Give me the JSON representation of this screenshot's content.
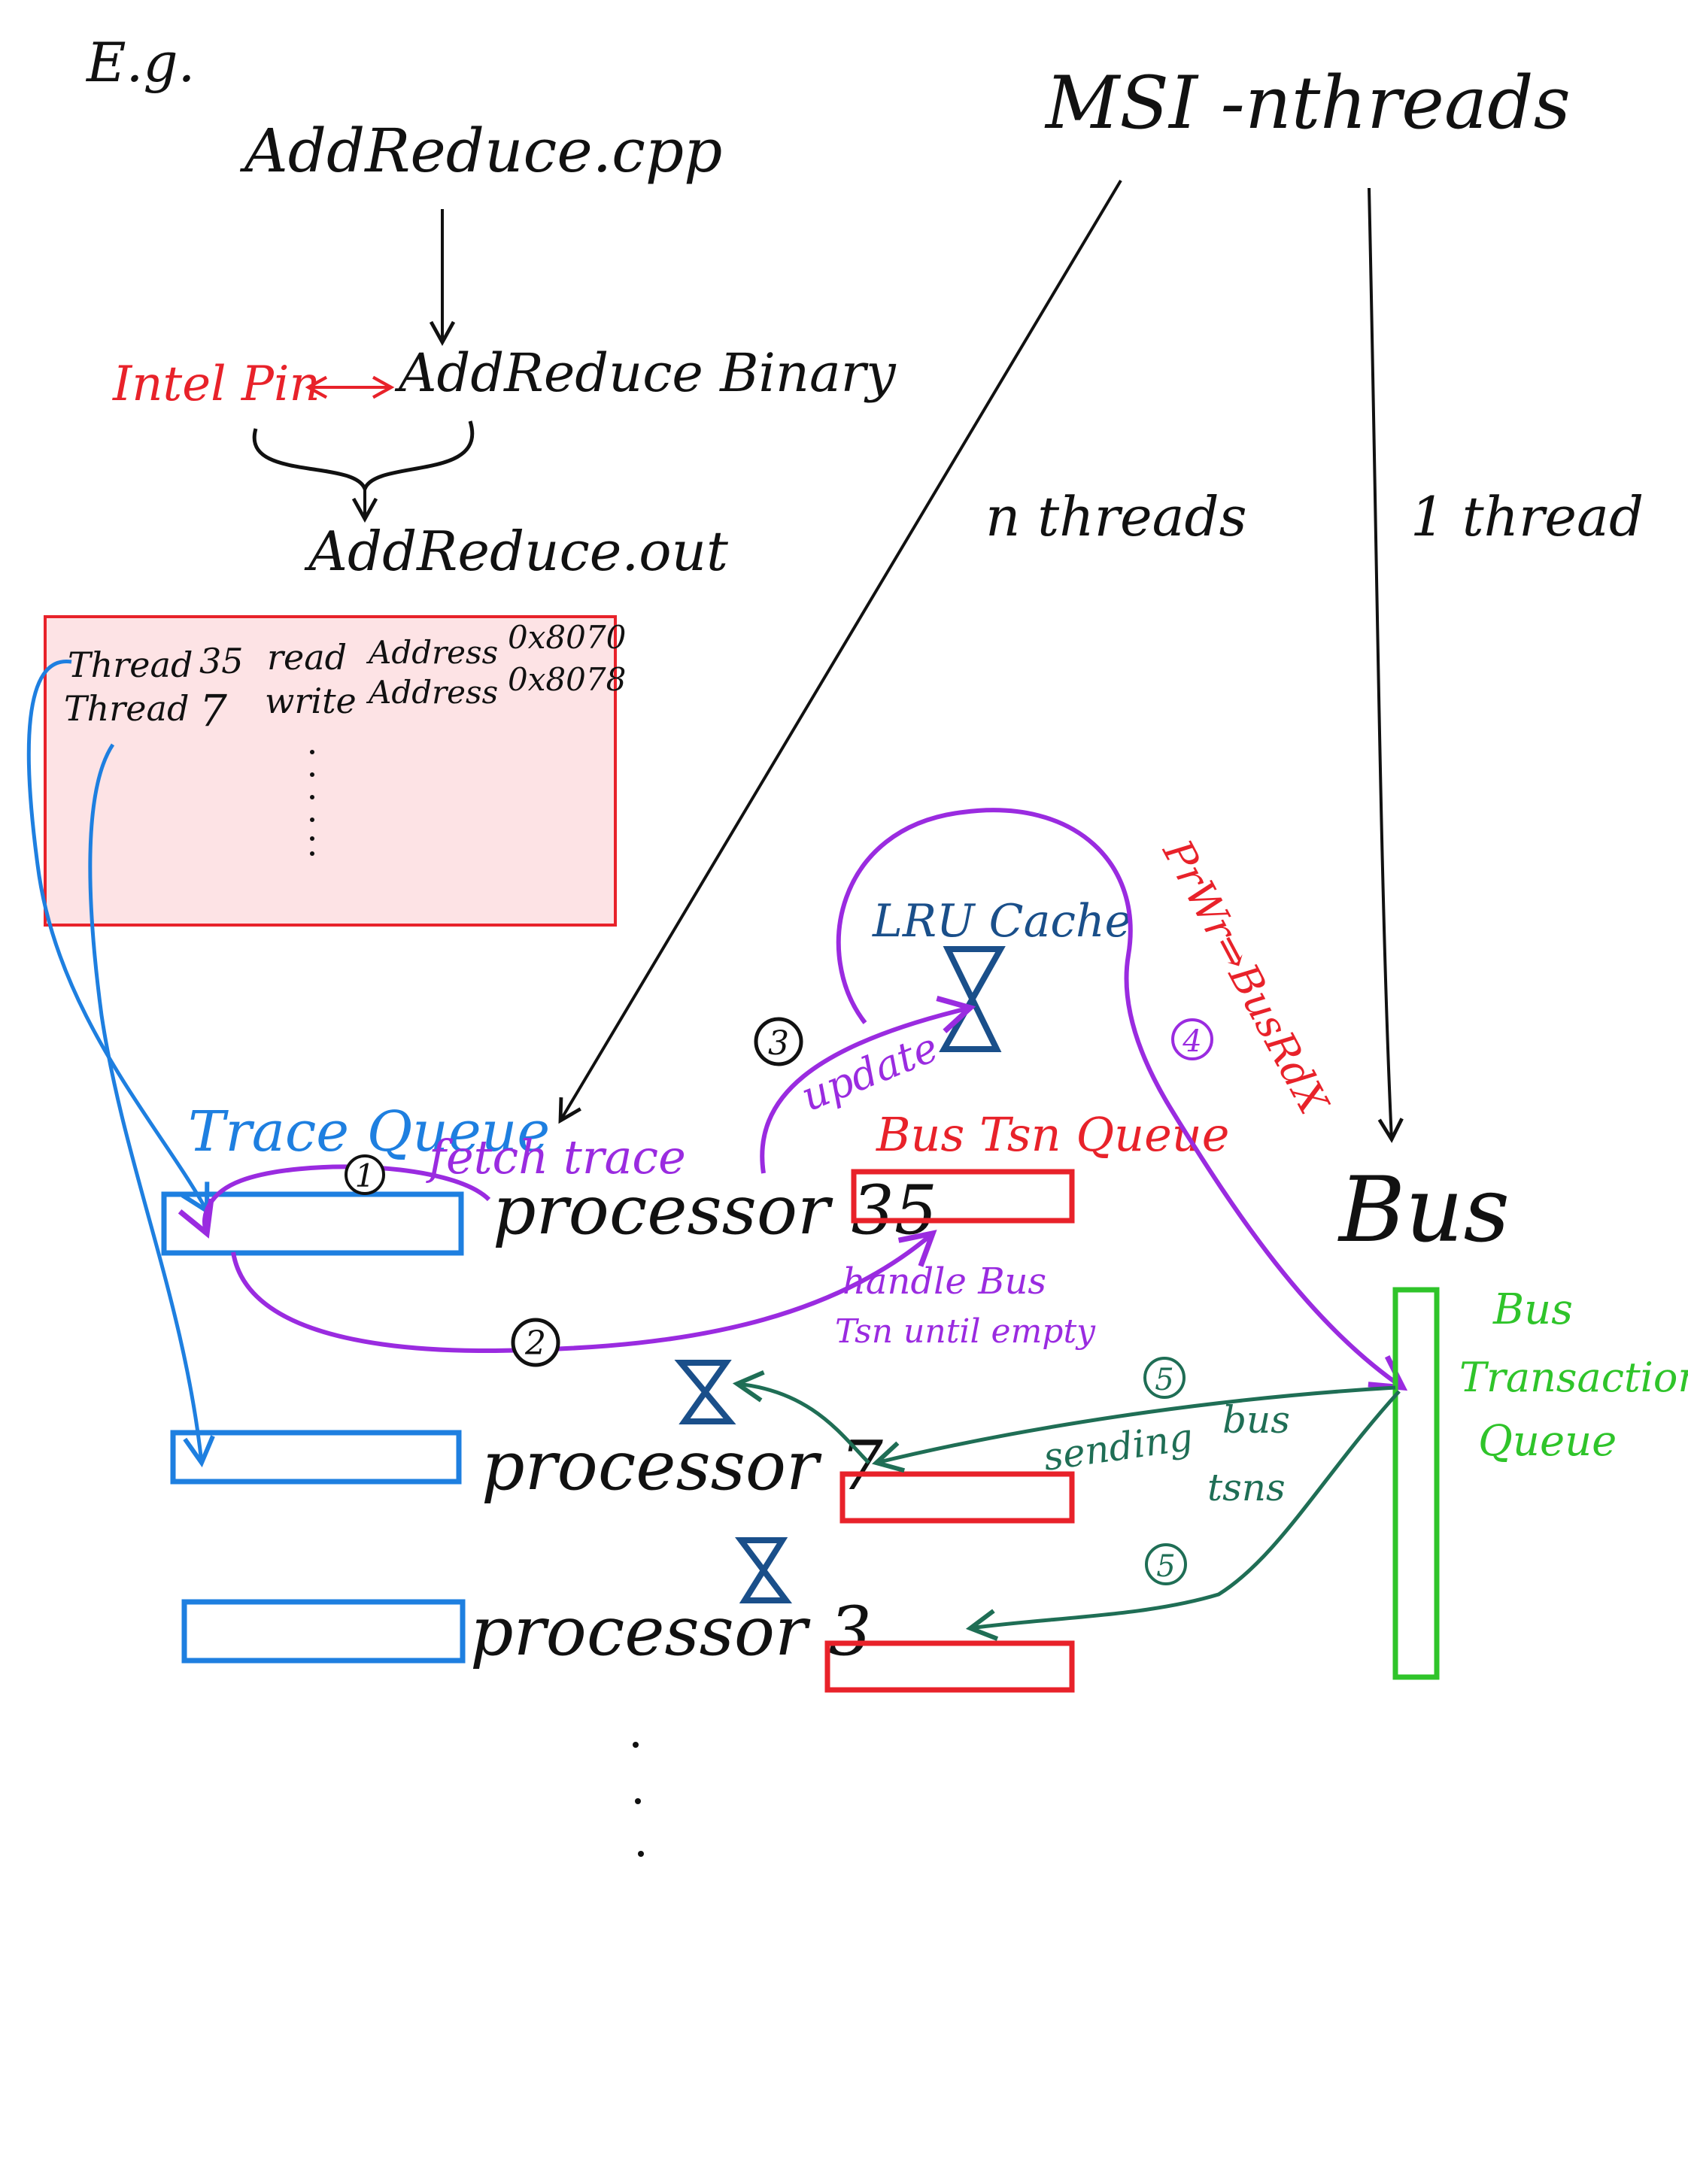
{
  "header": {
    "eg": "E.g.",
    "source_file": "AddReduce.cpp",
    "tool": "Intel Pin",
    "binary": "AddReduce Binary",
    "output_file": "AddReduce.out",
    "msi_title": "MSI -nthreads",
    "n_threads": "n threads",
    "one_thread": "1 thread"
  },
  "trace_file": {
    "rows": [
      {
        "thread": "Thread",
        "id": "35",
        "op": "read",
        "addr_label": "Address",
        "addr": "0x8070"
      },
      {
        "thread": "Thread",
        "id": "7",
        "op": "write",
        "addr_label": "Address",
        "addr": "0x8078"
      }
    ]
  },
  "labels": {
    "trace_queue": "Trace Queue",
    "fetch_trace": "fetch trace",
    "processor_35": "processor 35",
    "processor_7": "processor 7",
    "processor_3": "processor 3",
    "lru_cache": "LRU Cache",
    "update": "update",
    "bus_tsn_queue": "Bus Tsn Queue",
    "handle_bus_1": "handle Bus",
    "handle_bus_2": "Tsn until empty",
    "prwr": "PrWr⇒BusRdX",
    "bus": "Bus",
    "bus_tq_1": "Bus",
    "bus_tq_2": "Transaction",
    "bus_tq_3": "Queue",
    "sending": "sending",
    "bus_word": "bus",
    "tsns": "tsns"
  },
  "steps": {
    "s1": "1",
    "s2": "2",
    "s3": "3",
    "s4": "4",
    "s5a": "5",
    "s5b": "5"
  },
  "colors": {
    "ink": "#111111",
    "red": "#e8222a",
    "blue": "#1e7fe0",
    "purple": "#9a2be0",
    "green": "#2fc42a",
    "dark_green": "#1f6e55",
    "navy": "#1a4f8a",
    "pink_fill": "#fde3e5"
  }
}
